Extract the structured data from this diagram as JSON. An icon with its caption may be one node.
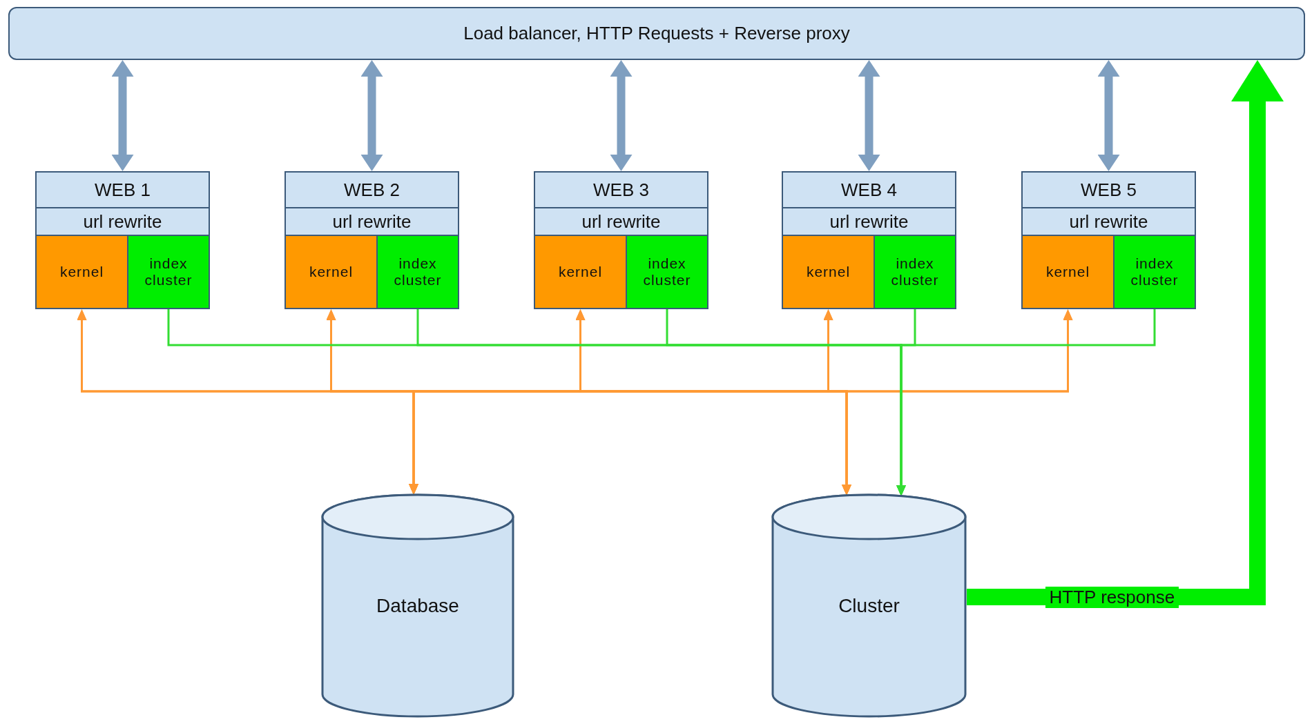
{
  "diagram": {
    "nodes": [
      {
        "text": [
          "Load balancer, HTTP Requests  + Reverse proxy"
        ]
      },
      {
        "text": [
          "WEB 1"
        ]
      },
      {
        "text": [
          "url rewrite"
        ],
        "in": 1
      },
      {
        "text": [
          "kernel"
        ],
        "in": 1
      },
      {
        "text": [
          "index cluster"
        ],
        "in": 1
      },
      {
        "text": [
          "WEB 2"
        ]
      },
      {
        "text": [
          "url rewrite"
        ],
        "in": 5
      },
      {
        "text": [
          "kernel"
        ],
        "in": 5
      },
      {
        "text": [
          "index cluster"
        ],
        "in": 5
      },
      {
        "text": [
          "WEB 3"
        ]
      },
      {
        "text": [
          "url rewrite"
        ],
        "in": 9
      },
      {
        "text": [
          "kernel"
        ],
        "in": 9
      },
      {
        "text": [
          "index cluster"
        ],
        "in": 9
      },
      {
        "text": [
          "WEB 4"
        ]
      },
      {
        "text": [
          "url rewrite"
        ],
        "in": 13
      },
      {
        "text": [
          "kernel"
        ],
        "in": 13
      },
      {
        "text": [
          "index cluster"
        ],
        "in": 13
      },
      {
        "text": [
          "WEB 5"
        ]
      },
      {
        "text": [
          "url rewrite"
        ],
        "in": 17
      },
      {
        "text": [
          "kernel"
        ],
        "in": 17
      },
      {
        "text": [
          "index cluster"
        ],
        "in": 17
      },
      {
        "text": [
          "Database"
        ]
      },
      {
        "text": [
          "Cluster"
        ]
      }
    ],
    "edges": [
      {
        "from": 0,
        "to": 1,
        "arrow": "both",
        "style": "thick",
        "color": "#7f9fc0"
      },
      {
        "from": 0,
        "to": 5,
        "arrow": "both",
        "style": "thick",
        "color": "#7f9fc0"
      },
      {
        "from": 0,
        "to": 9,
        "arrow": "both",
        "style": "thick",
        "color": "#7f9fc0"
      },
      {
        "from": 0,
        "to": 13,
        "arrow": "both",
        "style": "thick",
        "color": "#7f9fc0"
      },
      {
        "from": 0,
        "to": 17,
        "arrow": "both",
        "style": "thick",
        "color": "#7f9fc0"
      },
      {
        "from": 3,
        "to": 21,
        "arrow": "both",
        "color": "#ff9933"
      },
      {
        "from": 7,
        "to": 21,
        "arrow": "both",
        "color": "#ff9933"
      },
      {
        "from": 11,
        "to": 21,
        "arrow": "both",
        "color": "#ff9933"
      },
      {
        "from": 15,
        "to": 21,
        "arrow": "both",
        "color": "#ff9933"
      },
      {
        "from": 19,
        "to": 21,
        "arrow": "both",
        "color": "#ff9933"
      },
      {
        "from": 3,
        "to": 22,
        "arrow": "both",
        "color": "#ff9933"
      },
      {
        "from": 7,
        "to": 22,
        "arrow": "both",
        "color": "#ff9933"
      },
      {
        "from": 11,
        "to": 22,
        "arrow": "both",
        "color": "#ff9933"
      },
      {
        "from": 15,
        "to": 22,
        "arrow": "both",
        "color": "#ff9933"
      },
      {
        "from": 19,
        "to": 22,
        "arrow": "both",
        "color": "#ff9933"
      },
      {
        "from": 4,
        "to": 22,
        "arrow": "to",
        "color": "#33dd33"
      },
      {
        "from": 8,
        "to": 22,
        "arrow": "to",
        "color": "#33dd33"
      },
      {
        "from": 12,
        "to": 22,
        "arrow": "to",
        "color": "#33dd33"
      },
      {
        "from": 16,
        "to": 22,
        "arrow": "to",
        "color": "#33dd33"
      },
      {
        "from": 20,
        "to": 22,
        "arrow": "to",
        "color": "#33dd33"
      },
      {
        "from": 22,
        "to": 0,
        "arrow": "to",
        "label": "HTTP response",
        "style": "thick",
        "color": "#00ee00"
      }
    ]
  }
}
